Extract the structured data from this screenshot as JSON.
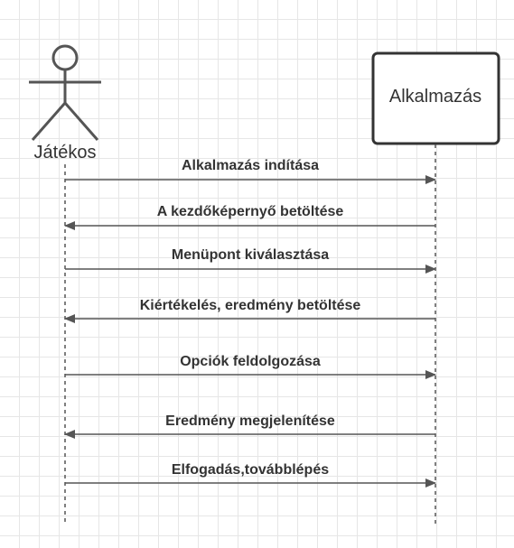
{
  "participants": {
    "actor": {
      "label": "Játékos",
      "icon": "stick-figure-icon"
    },
    "system": {
      "label": "Alkalmazás"
    }
  },
  "messages": [
    {
      "label": "Alkalmazás indítása",
      "direction": "to-system"
    },
    {
      "label": "A kezdőképernyő betöltése",
      "direction": "to-actor"
    },
    {
      "label": "Menüpont kiválasztása",
      "direction": "to-system"
    },
    {
      "label": "Kiértékelés, eredmény betöltése",
      "direction": "to-actor"
    },
    {
      "label": "Opciók feldolgozása",
      "direction": "to-system"
    },
    {
      "label": "Eredmény megjelenítése",
      "direction": "to-actor"
    },
    {
      "label": "Elfogadás,továbblépés",
      "direction": "to-system"
    }
  ],
  "colors": {
    "line": "#555555",
    "text": "#333333",
    "grid": "#e6e6e6"
  }
}
